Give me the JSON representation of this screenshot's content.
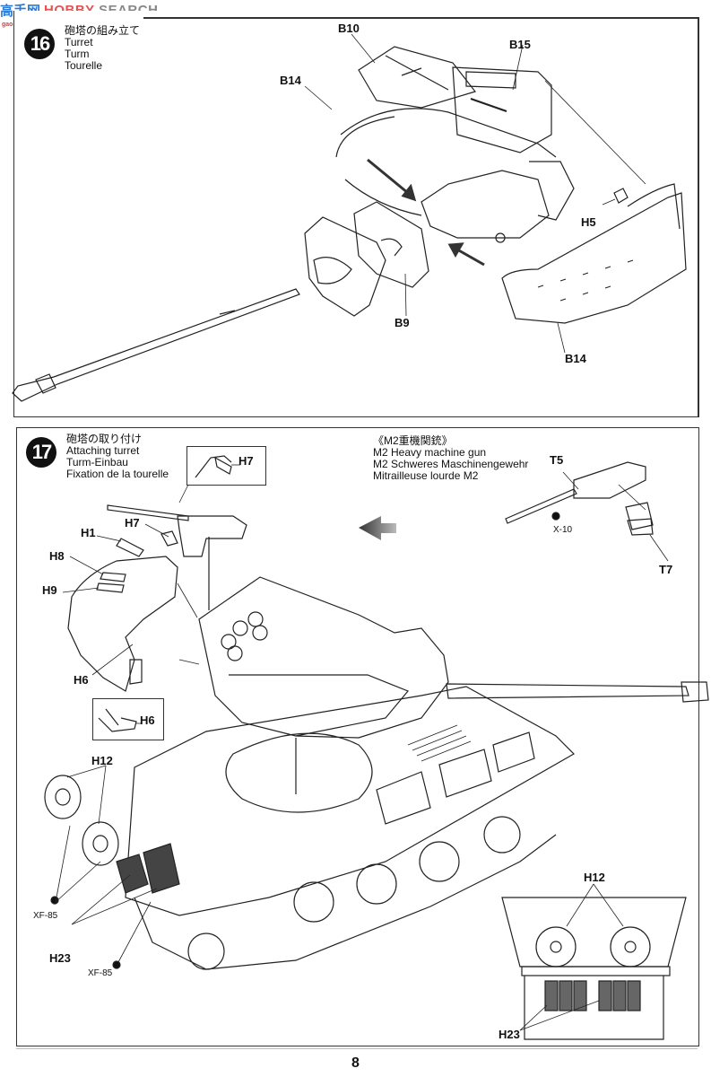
{
  "watermark": {
    "logo": "高手网",
    "site_prefix": "HOBBY",
    "site_suffix": "SEARCH",
    "url": "gao-shou.com"
  },
  "steps": [
    {
      "number": "16",
      "titles": [
        "砲塔の組み立て",
        "Turret",
        "Turm",
        "Tourelle"
      ],
      "part_labels": [
        "B10",
        "B15",
        "B14",
        "H5",
        "B9",
        "B14"
      ]
    },
    {
      "number": "17",
      "titles": [
        "砲塔の取り付け",
        "Attaching turret",
        "Turm-Einbau",
        "Fixation de la tourelle"
      ],
      "inset_labels": {
        "h7_detail": "H7",
        "h6_detail": "H6"
      },
      "part_labels": {
        "h7": "H7",
        "h1": "H1",
        "h8": "H8",
        "h9": "H9",
        "h6": "H6",
        "h12": "H12",
        "h23": "H23",
        "xf85_a": "XF-85",
        "xf85_b": "XF-85"
      },
      "m2_section": {
        "titles": [
          "《M2重機関銃》",
          "M2 Heavy machine gun",
          "M2 Schweres Maschinengewehr",
          "Mitrailleuse lourde M2"
        ],
        "part_labels": {
          "t5": "T5",
          "t7": "T7",
          "paint": "X-10"
        }
      },
      "rear_view": {
        "h12": "H12",
        "h23": "H23"
      }
    }
  ],
  "page_number": "8",
  "colors": {
    "ink": "#111111",
    "panel_border": "#333333",
    "arrow_gray": "#666666",
    "watermark_blue": "#2a7bd6",
    "watermark_red": "#e15555"
  }
}
